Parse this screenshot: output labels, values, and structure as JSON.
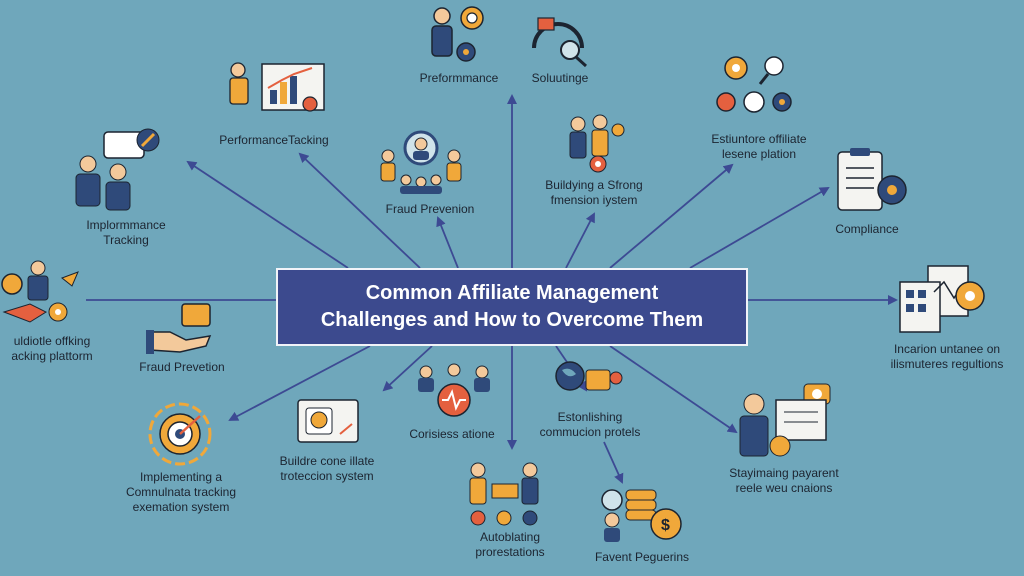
{
  "title_line1": "Common Affiliate Management",
  "title_line2": "Challenges and How to Overcome Them",
  "nodes": {
    "performance_top": [
      "Preformmance"
    ],
    "solutions_top": [
      "Soluutinge"
    ],
    "performance_tracking": [
      "PerformanceTacking"
    ],
    "fraud_prevention_top": [
      "Fraud Prevenion"
    ],
    "building_system": [
      "Buildying a Sfrong",
      "fmension iystem"
    ],
    "establish_platform": [
      "Estiuntore offiliate",
      "lesene plation"
    ],
    "impl_tracking": [
      "Implormmance",
      "Tracking"
    ],
    "compliance": [
      "Compliance"
    ],
    "left_platform": [
      "uldiotle offking",
      "acking plattorm"
    ],
    "fraud_prevention_left": [
      "Fraud Prevetion"
    ],
    "regulations": [
      "Incarion  untanee on",
      "ilismuteres regultions"
    ],
    "impl_comm": [
      "Implementing a",
      "Comnulnata tracking",
      "exemation system"
    ],
    "protection_system": [
      "Buildre cone illate",
      "troteccion system"
    ],
    "crisis": [
      "Corisiess atione"
    ],
    "establishing_comm": [
      "Estonlishing",
      "commucion protels"
    ],
    "payment": [
      "Stayimaing payarent",
      "reele weu cnaions"
    ],
    "automating": [
      "Autoblating",
      "prorestations"
    ],
    "favent": [
      "Favent Peguerins"
    ]
  },
  "colors": {
    "background": "#6fa7bb",
    "center_fill": "#3c4a8e",
    "arrow": "#3d4a93",
    "orange": "#f0a83a",
    "blue": "#2f4a7a",
    "red": "#e4603f",
    "skin": "#f3c99b"
  },
  "icons": [
    "presenter-icon",
    "target-person-icon",
    "gear-icon",
    "magnifier-icon",
    "chart-board-icon",
    "chat-pen-icon",
    "group-icon",
    "team-gear-icon",
    "gears-lightbulb-icon",
    "clipboard-icon",
    "handshake-icon",
    "hand-card-icon",
    "documents-icon",
    "target-icon",
    "id-card-icon",
    "network-heartbeat-icon",
    "globe-icon",
    "coins-icon",
    "invoice-person-icon",
    "people-exchange-icon",
    "magnifier-coin-icon"
  ]
}
